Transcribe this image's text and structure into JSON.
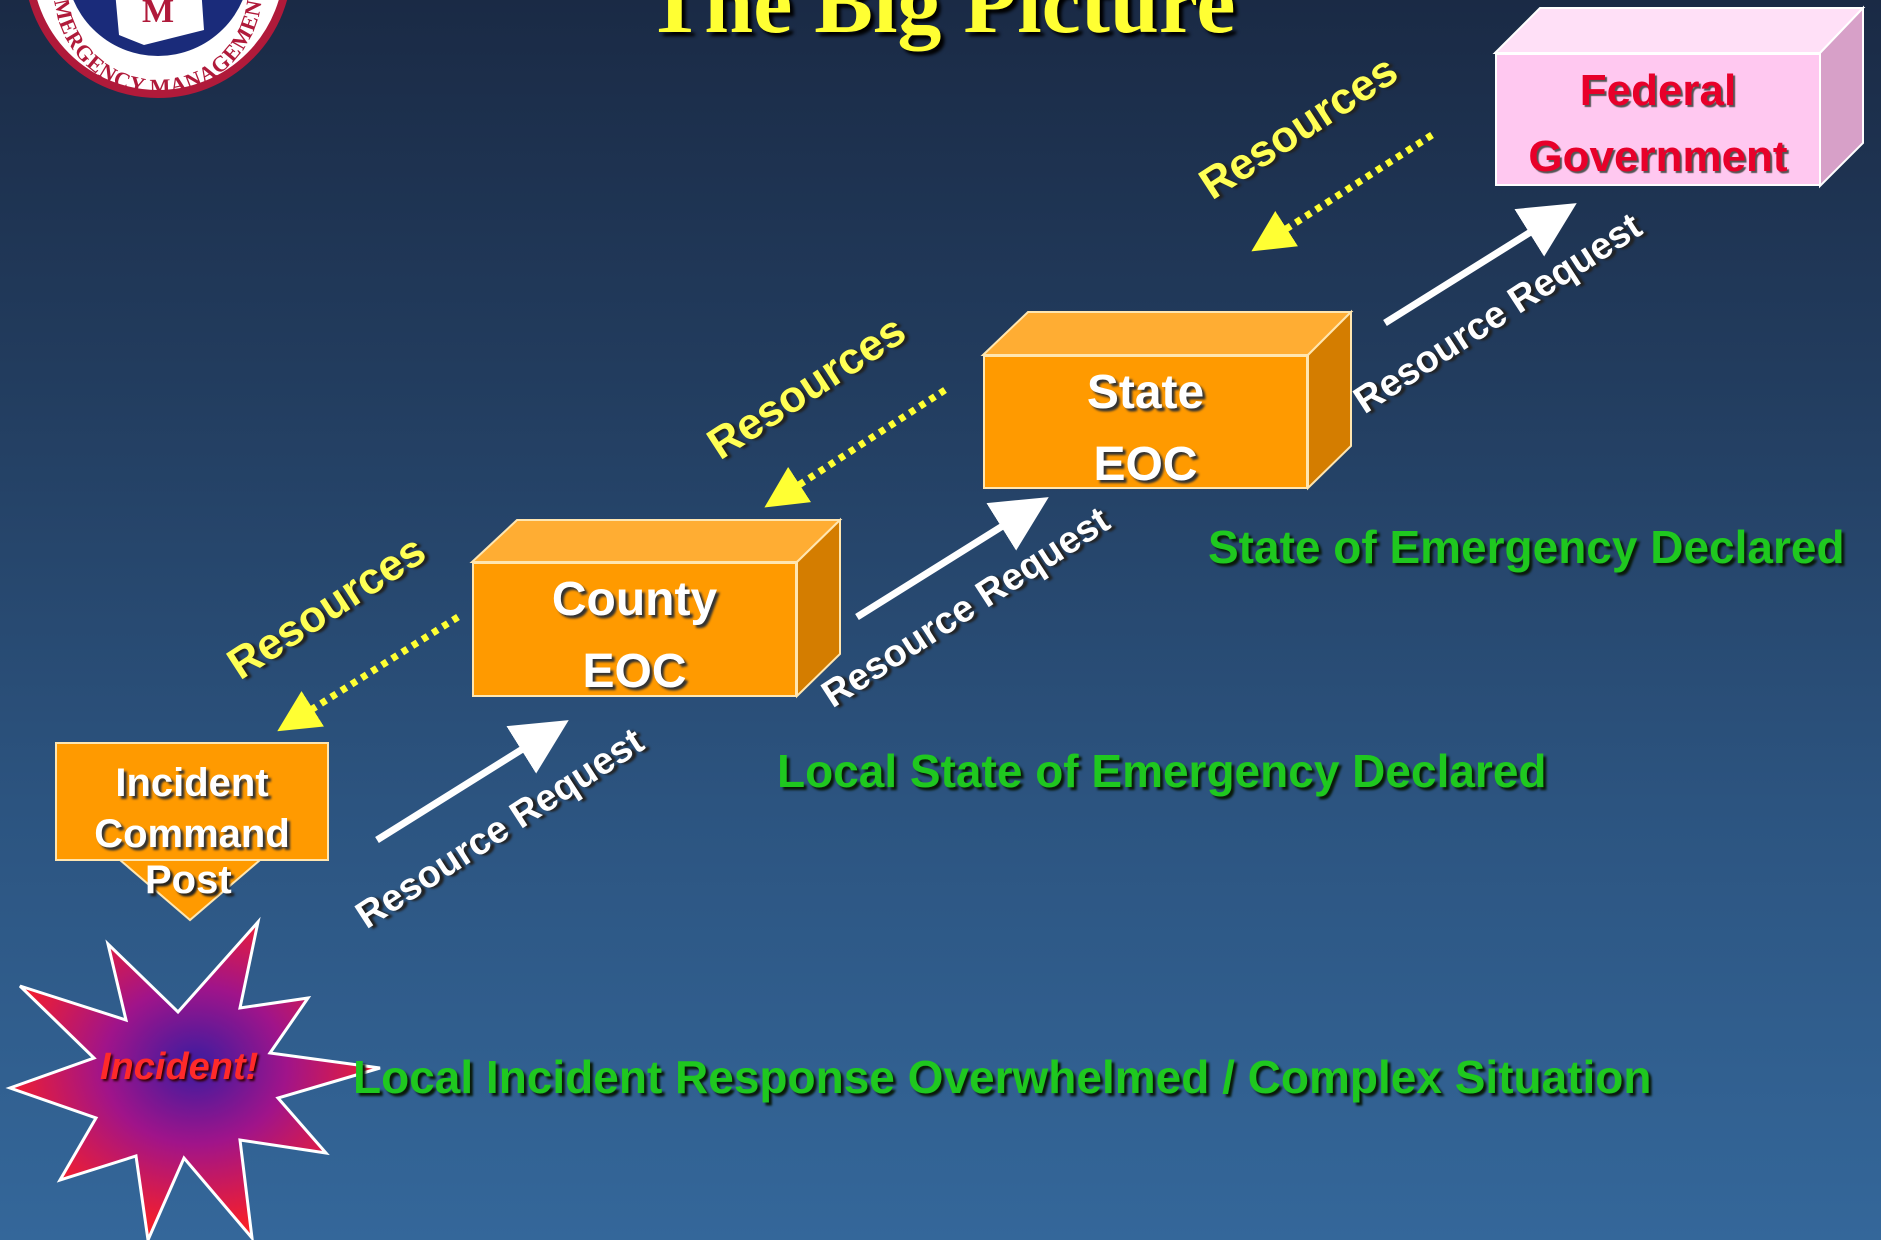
{
  "slide": {
    "title": "The Big Picture"
  },
  "logo": {
    "letter": "M",
    "ring_text": "EMERGENCY MANAGEMENT",
    "ring_color": "#b01a3a",
    "accent_color": "#1a2b7a"
  },
  "boxes": {
    "incident_command": {
      "lines": [
        "Incident",
        "Command",
        "Post"
      ]
    },
    "county": {
      "lines": [
        "County",
        "EOC"
      ]
    },
    "state": {
      "lines": [
        "State",
        "EOC"
      ]
    },
    "federal": {
      "lines": [
        "Federal",
        "Government"
      ]
    }
  },
  "arrows": {
    "request_label": "Resource Request",
    "resources_label": "Resources"
  },
  "incident": {
    "label": "Incident!"
  },
  "status": {
    "local_incident": "Local Incident Response Overwhelmed / Complex Situation",
    "local_state": "Local State of Emergency Declared",
    "state_emergency": "State of Emergency Declared"
  },
  "colors": {
    "title": "#ffff33",
    "box_fill": "#ff9a00",
    "federal_fill": "#ffc8f0",
    "federal_text": "#e8002a",
    "status_text": "#1fc81f",
    "resources_text": "#ffff55"
  }
}
